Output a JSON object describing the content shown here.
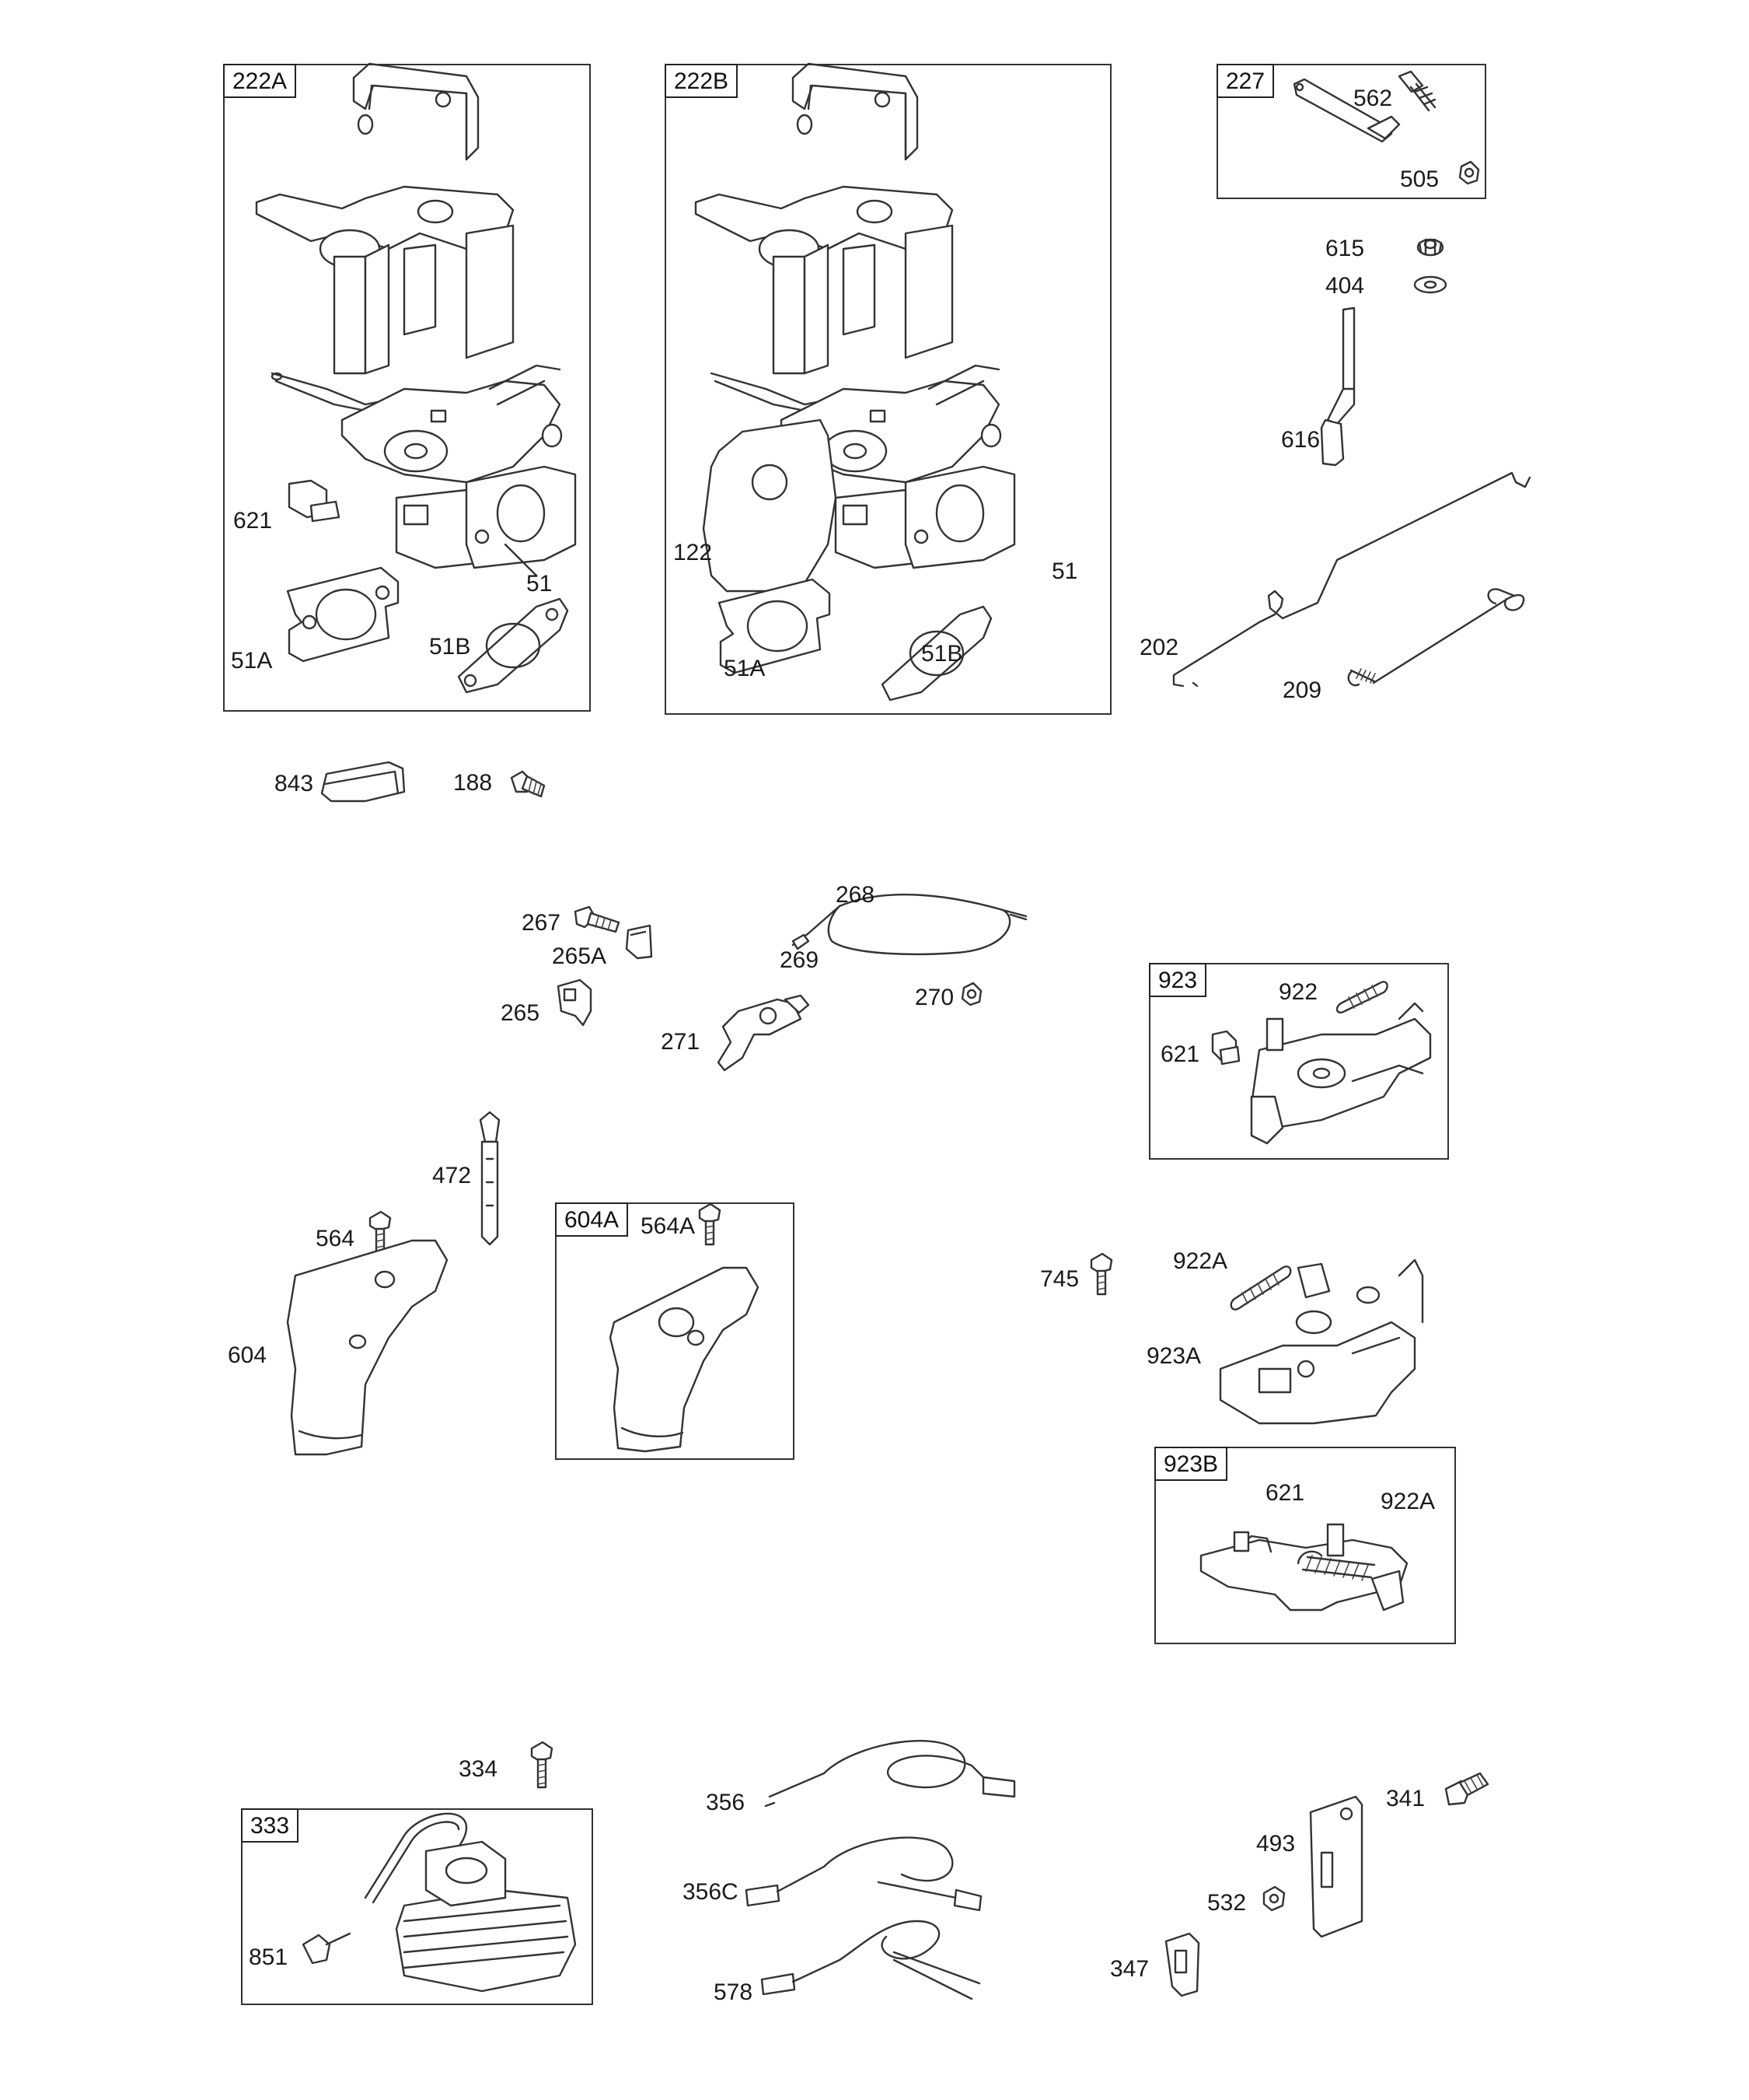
{
  "groups": {
    "g222a": "222A",
    "g222b": "222B",
    "g227": "227",
    "g923": "923",
    "g604a": "604A",
    "g923b": "923B",
    "g333": "333"
  },
  "labels": {
    "l621_a": "621",
    "l51_a": "51",
    "l51a_a": "51A",
    "l51b_a": "51B",
    "l122": "122",
    "l51_b": "51",
    "l51a_b": "51A",
    "l51b_b": "51B",
    "l562": "562",
    "l505": "505",
    "l615": "615",
    "l404": "404",
    "l616": "616",
    "l202": "202",
    "l209": "209",
    "l843": "843",
    "l188": "188",
    "l268": "268",
    "l267": "267",
    "l265a": "265A",
    "l269": "269",
    "l265": "265",
    "l270": "270",
    "l271": "271",
    "l922": "922",
    "l621_923": "621",
    "l472": "472",
    "l564": "564",
    "l564a": "564A",
    "l604": "604",
    "l745": "745",
    "l922a": "922A",
    "l923a": "923A",
    "l621_923b": "621",
    "l922a_923b": "922A",
    "l334": "334",
    "l356": "356",
    "l341": "341",
    "l493": "493",
    "l356c": "356C",
    "l532": "532",
    "l851": "851",
    "l347": "347",
    "l578": "578"
  }
}
